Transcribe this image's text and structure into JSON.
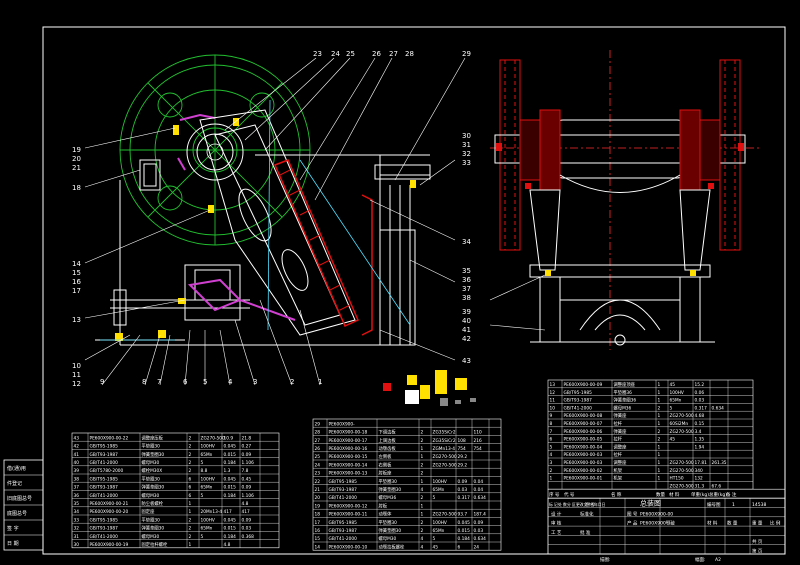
{
  "colors": {
    "background": "#000000",
    "frame": "#ffffff",
    "section_line": "#ffffff",
    "center_line": "#ff2a2a",
    "hatch_red": "#e01010",
    "flywheel_green": "#22c030",
    "hatch_magenta": "#d040d0",
    "dimension_cyan": "#50e0ff",
    "highlight_yellow": "#ffe000"
  },
  "balloons_top": [
    "23",
    "24",
    "25",
    "26",
    "27",
    "28",
    "29"
  ],
  "balloons_left": [
    "19",
    "20",
    "21",
    "18",
    "14",
    "15",
    "16",
    "17",
    "13",
    "10",
    "11",
    "12"
  ],
  "balloons_bottom": [
    "9",
    "8",
    "7",
    "6",
    "5",
    "4",
    "3",
    "2",
    "1"
  ],
  "balloons_right_mid": [
    "30",
    "31",
    "32",
    "33",
    "34"
  ],
  "balloons_right_low": [
    "35",
    "36",
    "37",
    "38",
    "39",
    "40",
    "41",
    "42",
    "43"
  ],
  "left_strip_labels": [
    "借(通)用",
    "件登记",
    "旧底图总号",
    "底图总号",
    "签 字",
    "日 期"
  ],
  "table_left": [
    [
      "43",
      "PE600X900-00-22",
      "调整座压板",
      "2",
      "ZG270-500",
      "10.9",
      "21.8"
    ],
    [
      "42",
      "GB/T95-1985",
      "平垫圈30",
      "2",
      "100HV",
      "0.045",
      "0.27"
    ],
    [
      "41",
      "GB/T93-1987",
      "弹簧垫圈30",
      "2",
      "65Mn",
      "0.015",
      "0.09"
    ],
    [
      "40",
      "GB/T41-2000",
      "螺母M30",
      "2",
      "5",
      "0.184",
      "1.106"
    ],
    [
      "39",
      "GB/T5780-2000",
      "螺栓M30X",
      "2",
      "8.8",
      "1.3",
      "7.8"
    ],
    [
      "38",
      "GB/T95-1985",
      "平垫圈30",
      "6",
      "100HV",
      "0.045",
      "0.45"
    ],
    [
      "37",
      "GB/T93-1987",
      "弹簧垫圈30",
      "6",
      "65Mn",
      "0.015",
      "0.09"
    ],
    [
      "36",
      "GB/T41-2000",
      "螺母M30",
      "6",
      "5",
      "0.184",
      "1.106"
    ],
    [
      "35",
      "PE600X900-00-21",
      "防尘板螺栓",
      "1",
      "",
      "",
      "4.8"
    ],
    [
      "34",
      "PE600X900-00-20",
      "固定座",
      "1",
      "20Mn13-4",
      "417",
      "417"
    ],
    [
      "33",
      "GB/T95-1985",
      "平垫圈30",
      "2",
      "100HV",
      "0.045",
      "0.09"
    ],
    [
      "32",
      "GB/T93-1987",
      "弹簧垫圈30",
      "2",
      "65Mn",
      "0.015",
      "0.03"
    ],
    [
      "31",
      "GB/T41-2000",
      "螺母M30",
      "2",
      "5",
      "0.184",
      "0.368"
    ],
    [
      "30",
      "PE600X900-00-19",
      "固定拉杆螺栓",
      "1",
      "",
      "4.8",
      ""
    ]
  ],
  "table_mid": [
    [
      "29",
      "PE600X900-",
      "",
      "",
      "",
      "",
      "",
      ""
    ],
    [
      "28",
      "PE600X900-00-18",
      "下调边板",
      "2",
      "ZG35SiCr2",
      "",
      "110",
      ""
    ],
    [
      "27",
      "PE600X900-00-17",
      "上调边板",
      "2",
      "ZG35SiCr2",
      "108",
      "216",
      ""
    ],
    [
      "26",
      "PE600X900-00-16",
      "动颚齿板",
      "1",
      "ZGMn13-4",
      "754",
      "754",
      ""
    ],
    [
      "25",
      "PE600X900-00-15",
      "左侧板",
      "1",
      "ZG270-500",
      "29.2",
      ""
    ],
    [
      "24",
      "PE600X900-00-14",
      "右侧板",
      "2",
      "ZG270-500",
      "29.2",
      ""
    ],
    [
      "23",
      "PE600X900-00-13",
      "肘板座",
      "2",
      "",
      "",
      "",
      ""
    ],
    [
      "22",
      "GB/T95-1985",
      "平垫圈30",
      "1",
      "100HV",
      "0.09",
      "0.04",
      ""
    ],
    [
      "21",
      "GB/T93-1987",
      "弹簧垫圈30",
      "4",
      "65Mn",
      "0.03",
      "0.04",
      ""
    ],
    [
      "20",
      "GB/T41-2000",
      "螺母M36",
      "2",
      "5",
      "0.317",
      "0.634",
      ""
    ],
    [
      "19",
      "PE600X900-00-12",
      "肘板",
      "1",
      "",
      "",
      "",
      ""
    ],
    [
      "18",
      "PE600X900-00-11",
      "动颚体",
      "1",
      "ZG270-500",
      "93.7",
      "187.4",
      ""
    ],
    [
      "17",
      "GB/T95-1985",
      "平垫圈30",
      "2",
      "100HV",
      "0.045",
      "0.09",
      ""
    ],
    [
      "16",
      "GB/T93-1987",
      "弹簧垫圈30",
      "2",
      "65Mn",
      "0.015",
      "0.03",
      ""
    ],
    [
      "15",
      "GB/T41-2000",
      "螺母M30",
      "4",
      "5",
      "0.184",
      "0.634",
      ""
    ],
    [
      "14",
      "PE600X900-00-10",
      "动颚拉板螺栓",
      "4",
      "45",
      "6",
      "24",
      ""
    ]
  ],
  "table_right": [
    [
      "13",
      "PE600X900-00-09",
      "调整座顶座",
      "1",
      "45",
      "15.2",
      ""
    ],
    [
      "12",
      "GB/T95-1985",
      "平垫圈36",
      "1",
      "100HV",
      "0.06",
      ""
    ],
    [
      "11",
      "GB/T93-1987",
      "弹簧垫圈36",
      "1",
      "65Mn",
      "0.03",
      ""
    ],
    [
      "10",
      "GB/T41-2000",
      "螺母M36",
      "2",
      "5",
      "0.317",
      "0.634"
    ],
    [
      "9",
      "PE600X900-00-08",
      "弹簧座",
      "1",
      "ZG270-500",
      "4.68",
      ""
    ],
    [
      "8",
      "PE600X900-00-07",
      "拉杆",
      "1",
      "60Si2Mn",
      "0.15",
      ""
    ],
    [
      "7",
      "PE600X900-00-06",
      "弹簧座",
      "2",
      "ZG270-500",
      "3.4",
      ""
    ],
    [
      "6",
      "PE600X900-00-05",
      "拉杆",
      "2",
      "45",
      "1.35",
      ""
    ],
    [
      "5",
      "PE600X900-00-04",
      "调整座",
      "1",
      "",
      "1.94",
      ""
    ],
    [
      "4",
      "PE600X900-00-03",
      "拉杆",
      "1",
      "",
      "",
      "",
      ""
    ],
    [
      "3",
      "PE600X900-00-03",
      "调整座",
      "1",
      "ZG270-500",
      "17.81",
      "261.35"
    ],
    [
      "2",
      "PE600X900-00-02",
      "机架",
      "1",
      "ZG270-500",
      "340",
      ""
    ],
    [
      "1",
      "PE600X900-00-01",
      "机架",
      "1",
      "HT150",
      "132",
      ""
    ],
    [
      "",
      "",
      "",
      "",
      "ZG270-500",
      "31.3",
      "67.6"
    ]
  ],
  "table_right_header": [
    "序 号",
    "代 号",
    "名 称",
    "数量",
    "材 料",
    "单重(kg)",
    "总重(kg)",
    "备 注"
  ],
  "title_block": {
    "title": "总装图",
    "drawing_no": "PE600X900-00",
    "product": "PE600X900颚破",
    "scale_label": "比 例",
    "weight_label": "重 量",
    "quantity_label": "数 量",
    "material_label": "材 料",
    "number_label": "1",
    "sheet_code": "14538",
    "sheet_label": "张",
    "sheets_total": "共 页",
    "sheet_no": "第 页",
    "rows": [
      "标 记",
      "处 数",
      "分 区",
      "更改文件号",
      "签 名",
      "年月日"
    ],
    "designer": "设 计",
    "standard": "标准化",
    "checker": "审 核",
    "process": "工 艺",
    "approve": "批 准",
    "drawing_label": "图 号",
    "product_label": "产 品",
    "code_label": "编号图"
  },
  "footer": {
    "drawn_by": "描图:",
    "sheet_size": "A2",
    "copy": "幅面:"
  }
}
